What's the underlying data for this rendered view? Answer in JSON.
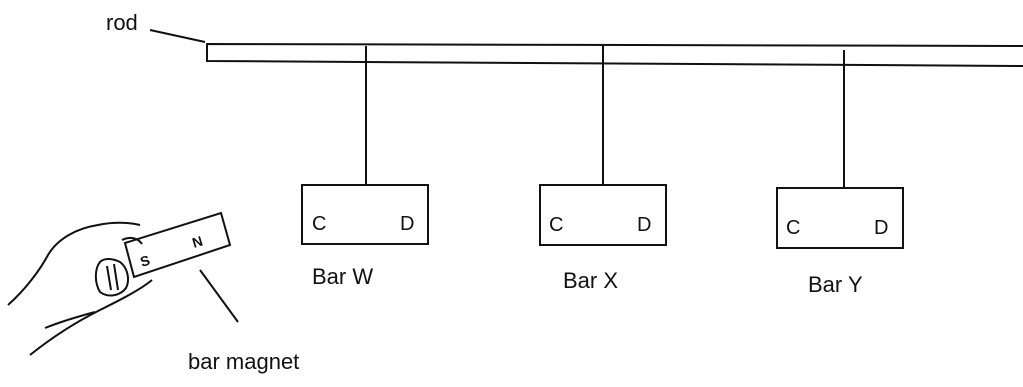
{
  "labels": {
    "rod": "rod",
    "bar_magnet": "bar magnet"
  },
  "bars": [
    {
      "name": "Bar W",
      "end_left": "C",
      "end_right": "D"
    },
    {
      "name": "Bar X",
      "end_left": "C",
      "end_right": "D"
    },
    {
      "name": "Bar Y",
      "end_left": "C",
      "end_right": "D"
    }
  ],
  "magnet": {
    "pole_near_hand": "S",
    "pole_far": "N"
  }
}
